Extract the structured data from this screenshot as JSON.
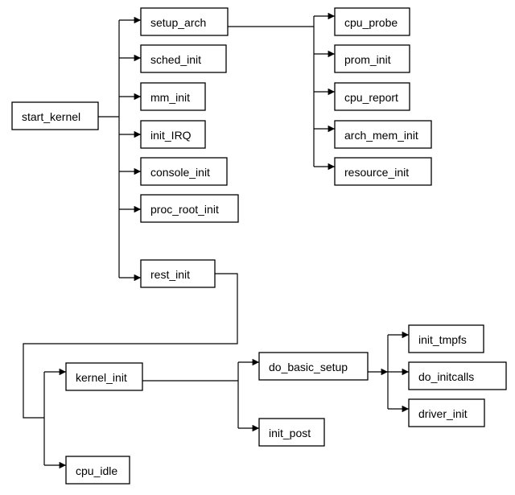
{
  "nodes": {
    "start_kernel": "start_kernel",
    "setup_arch": "setup_arch",
    "sched_init": "sched_init",
    "mm_init": "mm_init",
    "init_IRQ": "init_IRQ",
    "console_init": "console_init",
    "proc_root_init": "proc_root_init",
    "rest_init": "rest_init",
    "cpu_probe": "cpu_probe",
    "prom_init": "prom_init",
    "cpu_report": "cpu_report",
    "arch_mem_init": "arch_mem_init",
    "resource_init": "resource_init",
    "kernel_init": "kernel_init",
    "cpu_idle": "cpu_idle",
    "do_basic_setup": "do_basic_setup",
    "init_post": "init_post",
    "init_tmpfs": "init_tmpfs",
    "do_initcalls": "do_initcalls",
    "driver_init": "driver_init"
  },
  "edges": [
    [
      "start_kernel",
      "setup_arch"
    ],
    [
      "start_kernel",
      "sched_init"
    ],
    [
      "start_kernel",
      "mm_init"
    ],
    [
      "start_kernel",
      "init_IRQ"
    ],
    [
      "start_kernel",
      "console_init"
    ],
    [
      "start_kernel",
      "proc_root_init"
    ],
    [
      "start_kernel",
      "rest_init"
    ],
    [
      "setup_arch",
      "cpu_probe"
    ],
    [
      "setup_arch",
      "prom_init"
    ],
    [
      "setup_arch",
      "cpu_report"
    ],
    [
      "setup_arch",
      "arch_mem_init"
    ],
    [
      "setup_arch",
      "resource_init"
    ],
    [
      "rest_init",
      "kernel_init"
    ],
    [
      "rest_init",
      "cpu_idle"
    ],
    [
      "kernel_init",
      "do_basic_setup"
    ],
    [
      "kernel_init",
      "init_post"
    ],
    [
      "do_basic_setup",
      "init_tmpfs"
    ],
    [
      "do_basic_setup",
      "do_initcalls"
    ],
    [
      "do_basic_setup",
      "driver_init"
    ]
  ]
}
